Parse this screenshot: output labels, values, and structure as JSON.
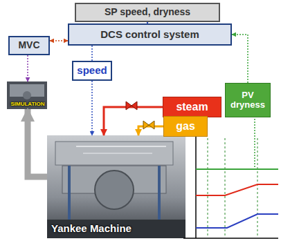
{
  "diagram": {
    "nodes": [
      {
        "text": [
          "SP speed, dryness"
        ]
      },
      {
        "text": [
          "MVC"
        ]
      },
      {
        "text": [
          "DCS control system"
        ]
      },
      {
        "text": [
          "speed"
        ]
      },
      {
        "text": [
          "steam"
        ]
      },
      {
        "text": [
          "gas"
        ]
      },
      {
        "text": [
          "PV dryness"
        ]
      },
      {
        "text": [
          "SIMULATION"
        ]
      },
      {
        "text": [
          "Yankee Machine"
        ]
      }
    ],
    "edges": [
      {
        "from": 0,
        "to": 2,
        "arrow": "to"
      },
      {
        "from": 2,
        "to": 1,
        "arrow": "both"
      },
      {
        "from": 1,
        "to": 7,
        "arrow": "to"
      },
      {
        "from": 2,
        "to": 3,
        "arrow": "none"
      },
      {
        "from": 3,
        "to": 8,
        "arrow": "to"
      },
      {
        "from": 4,
        "to": 8,
        "arrow": "to"
      },
      {
        "from": 5,
        "to": 8,
        "arrow": "to"
      },
      {
        "from": 6,
        "to": 2,
        "arrow": "to"
      },
      {
        "from": 8,
        "to": 7,
        "arrow": "to"
      }
    ]
  }
}
